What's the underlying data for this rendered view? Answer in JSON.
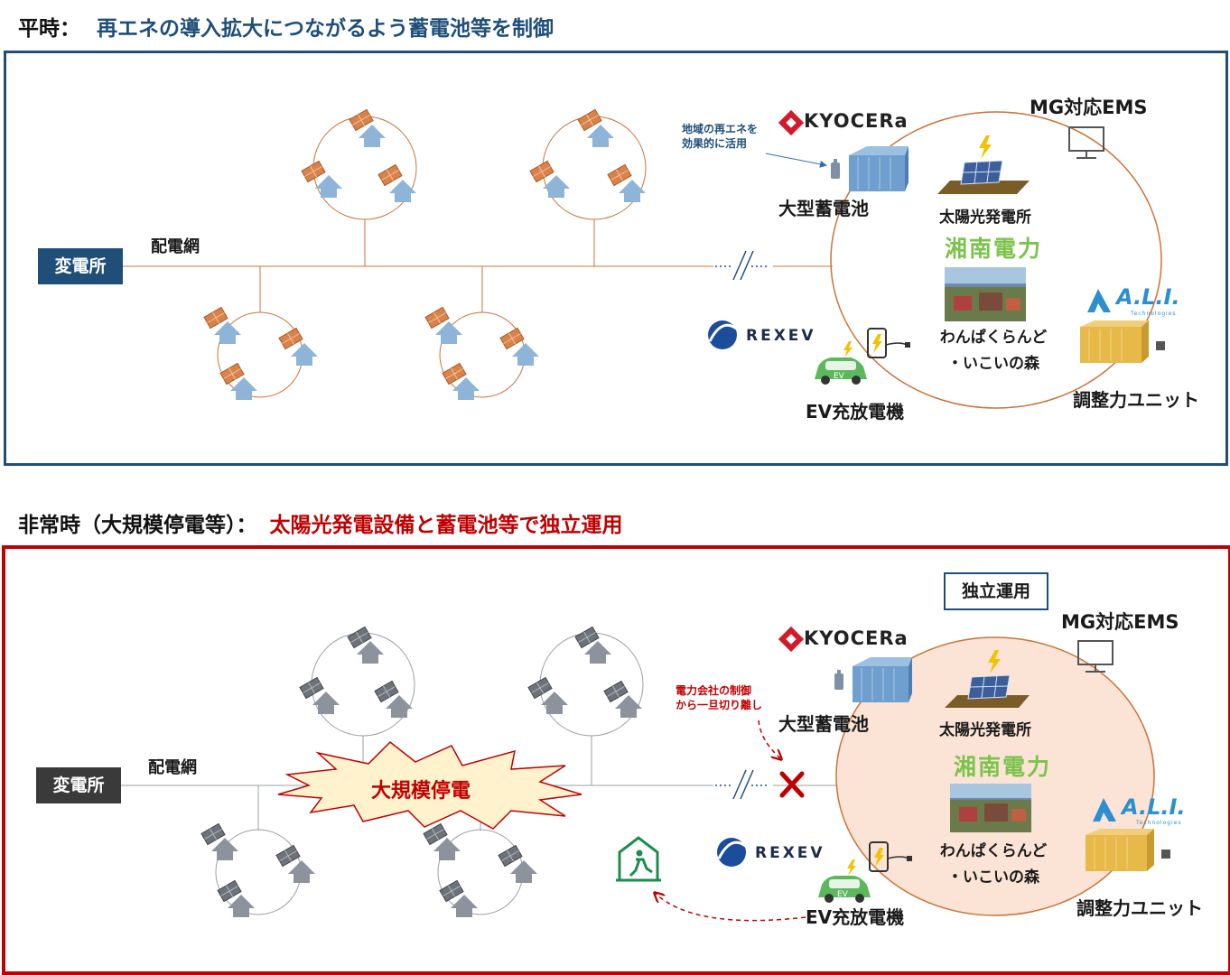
{
  "top": {
    "heading_prefix": "平時：",
    "heading_text": "再エネの導入拡大につながるよう蓄電池等を制御",
    "substation": "変電所",
    "grid": "配電網",
    "annotation": "地域の再エネを\n効果的に活用",
    "ems": "MG対応EMS",
    "battery": "大型蓄電池",
    "solar": "太陽光発電所",
    "site": "わんぱくらんど\n・いこいの森",
    "ev": "EV充放電機",
    "unit": "調整力ユニット",
    "kyocera": "KYOCERa",
    "shonan": "湘南電力",
    "rexev": "REXEV",
    "ali": "A.L.I.",
    "ali_sub": "Technologies"
  },
  "bottom": {
    "heading_prefix": "非常時（大規模停電等）：",
    "heading_text": "太陽光発電設備と蓄電池等で独立運用",
    "substation": "変電所",
    "grid": "配電網",
    "blackout": "大規模停電",
    "annotation": "電力会社の制御\nから一旦切り離し",
    "independent": "独立運用",
    "ems": "MG対応EMS",
    "battery": "大型蓄電池",
    "solar": "太陽光発電所",
    "site": "わんぱくらんど\n・いこいの森",
    "ev": "EV充放電機",
    "unit": "調整力ユニット",
    "kyocera": "KYOCERa",
    "shonan": "湘南電力",
    "rexev": "REXEV",
    "ali": "A.L.I.",
    "ali_sub": "Technologies"
  },
  "colors": {
    "top_frame": "#1f4e79",
    "bottom_frame": "#c00000",
    "heading_blue": "#1f4e79",
    "heading_red": "#c00000",
    "house_blue": "#8eb4d8",
    "house_gray": "#8c939c",
    "panel_orange": "#d9824a",
    "mg_fill": "#fbe4d5",
    "copper": "#c9733a"
  }
}
